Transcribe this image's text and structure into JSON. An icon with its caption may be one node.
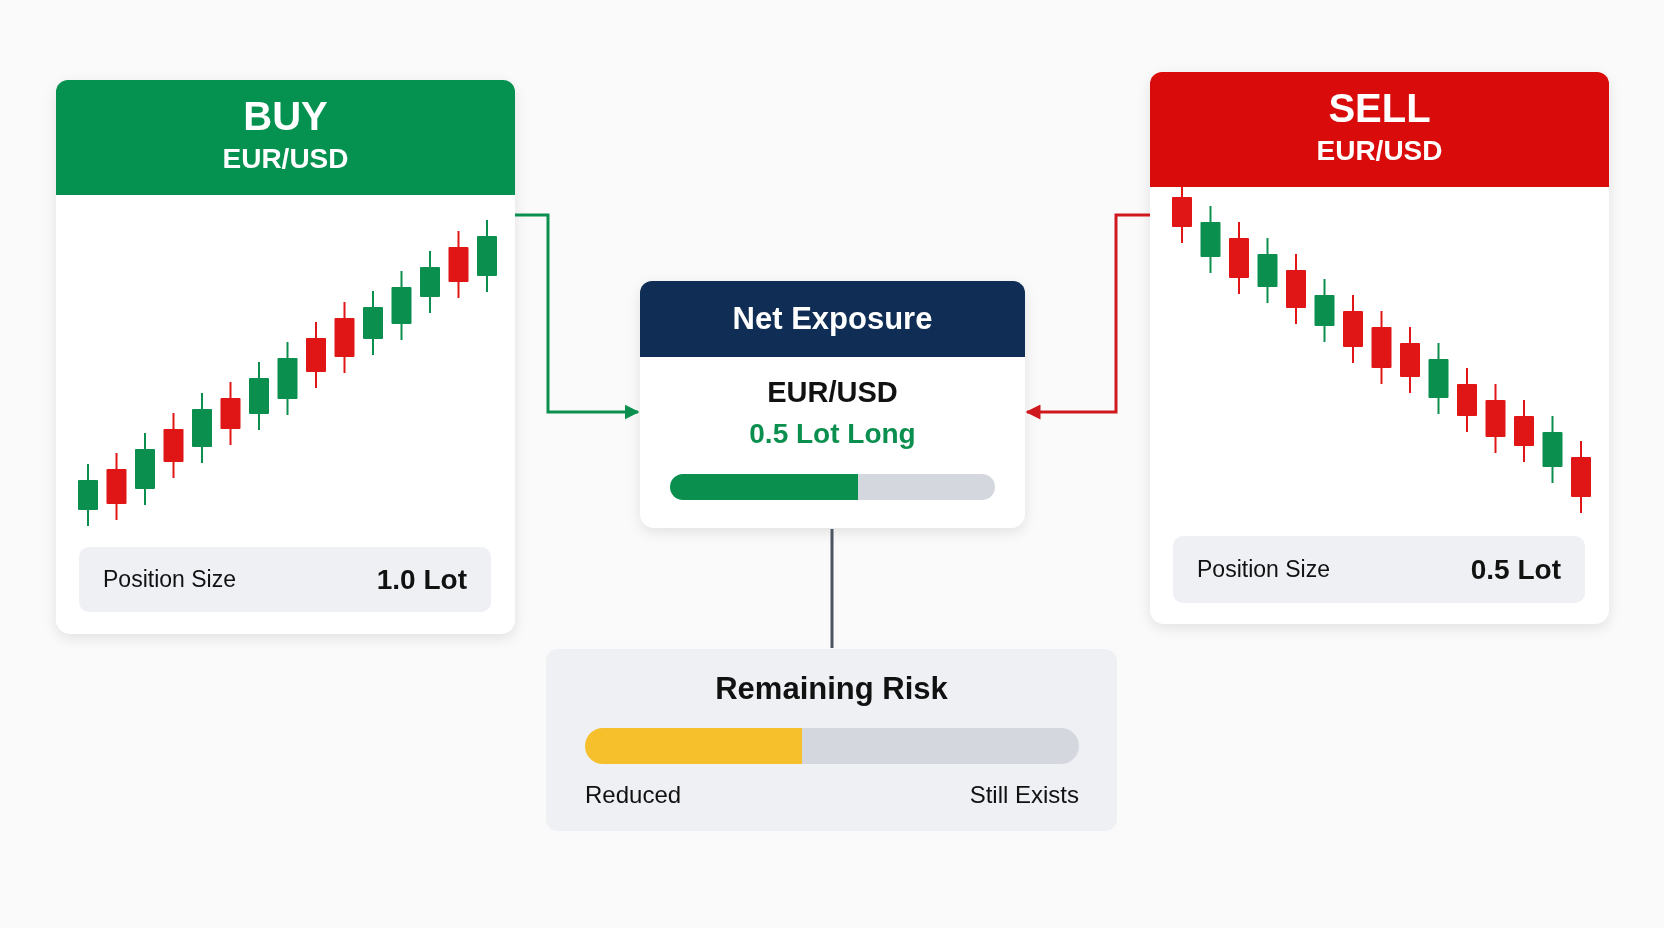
{
  "diagram": {
    "nodes": [
      {
        "text": [
          "BUY",
          "EUR/USD"
        ]
      },
      {
        "text": [
          "Position Size",
          "1.0 Lot"
        ],
        "in": 0
      },
      {
        "text": [
          "SELL",
          "EUR/USD"
        ]
      },
      {
        "text": [
          "Position Size",
          "0.5 Lot"
        ],
        "in": 2
      },
      {
        "text": [
          "Net Exposure",
          "EUR/USD",
          "0.5 Lot Long"
        ]
      },
      {
        "text": [
          "Remaining Risk",
          "Reduced",
          "Still Exists"
        ]
      }
    ],
    "edges": [
      {
        "from": 0,
        "to": 4,
        "arrow": "to",
        "color": "#0a8f4e"
      },
      {
        "from": 2,
        "to": 4,
        "arrow": "to",
        "color": "#d0191e"
      },
      {
        "from": 4,
        "to": 5,
        "arrow": "none",
        "color": "#4b5563"
      }
    ]
  }
}
